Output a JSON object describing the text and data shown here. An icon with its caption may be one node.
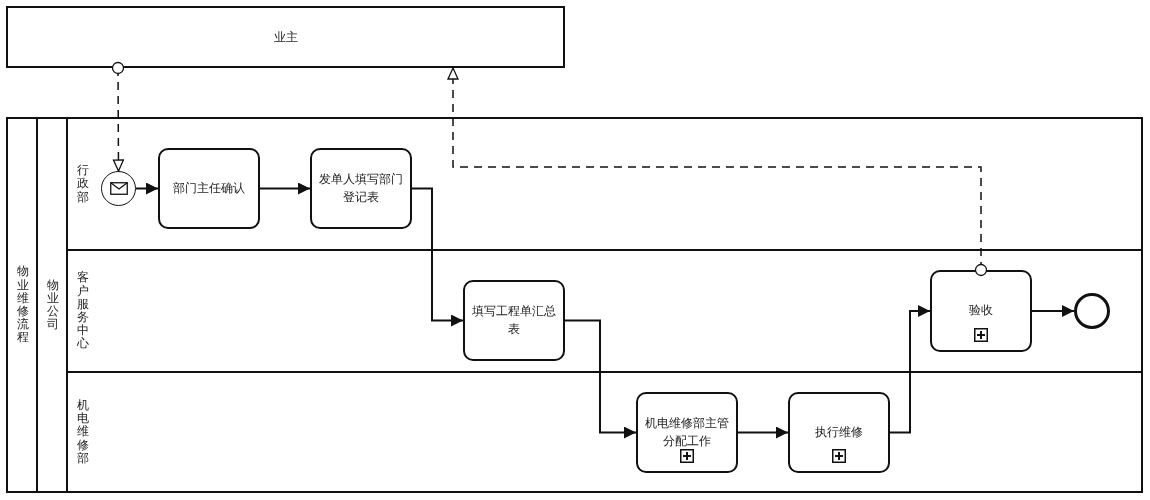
{
  "diagram": {
    "nodes": [
      {
        "text": [
          "业主"
        ]
      },
      {
        "text": [
          "物业维修流程"
        ]
      },
      {
        "text": [
          "物业公司"
        ],
        "in": 1
      },
      {
        "text": [
          "行政部"
        ],
        "in": 2
      },
      {
        "text": [
          "客户服务中心"
        ],
        "in": 2
      },
      {
        "text": [
          "机电维修部"
        ],
        "in": 2
      },
      {
        "text": [],
        "shape": "circle",
        "in": 3
      },
      {
        "text": [
          "部门主任确认"
        ],
        "in": 3
      },
      {
        "text": [
          "发单人填写部门登记表"
        ],
        "in": 3
      },
      {
        "text": [
          "填写工程单汇总表"
        ],
        "in": 4
      },
      {
        "text": [
          "验收"
        ],
        "in": 4
      },
      {
        "text": [],
        "shape": "circle",
        "in": 4
      },
      {
        "text": [
          "机电维修部主管分配工作"
        ],
        "in": 5
      },
      {
        "text": [
          "执行维修"
        ],
        "in": 5
      }
    ],
    "edges": [
      {
        "from": 0,
        "to": 6,
        "arrow": "to",
        "style": "dashed"
      },
      {
        "from": 6,
        "to": 7,
        "arrow": "to"
      },
      {
        "from": 7,
        "to": 8,
        "arrow": "to"
      },
      {
        "from": 8,
        "to": 9,
        "arrow": "to"
      },
      {
        "from": 9,
        "to": 12,
        "arrow": "to"
      },
      {
        "from": 12,
        "to": 13,
        "arrow": "to"
      },
      {
        "from": 13,
        "to": 10,
        "arrow": "to"
      },
      {
        "from": 10,
        "to": 11,
        "arrow": "to"
      },
      {
        "from": 10,
        "to": 0,
        "arrow": "to",
        "style": "dashed"
      }
    ]
  }
}
